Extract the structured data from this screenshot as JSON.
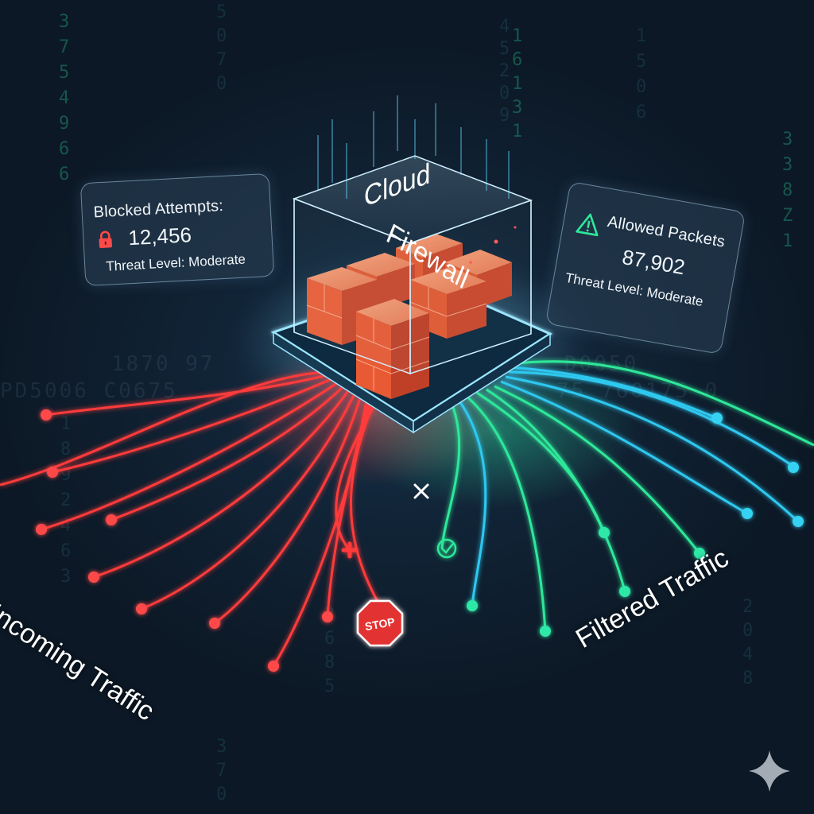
{
  "firewall": {
    "title_line1": "Cloud",
    "title_line2": "Firewall"
  },
  "blocked_panel": {
    "title": "Blocked Attempts:",
    "value": "12,456",
    "threat": "Threat Level: Moderate",
    "icon": "lock-icon"
  },
  "allowed_panel": {
    "title": "Allowed Packets",
    "value": "87,902",
    "threat": "Threat Level: Moderate",
    "icon": "warning-icon"
  },
  "incoming_label": "Incoming Traffic",
  "filtered_label": "Filtered Traffic",
  "stop_sign": "STOP",
  "colors": {
    "blocked_traffic": "#ff3b3b",
    "allowed_traffic_green": "#2ee89a",
    "allowed_traffic_cyan": "#2fc8ef",
    "brick": "#e5582f",
    "background": "#0f2132"
  },
  "background_code": {
    "columns": [
      [
        "3",
        "7",
        "5",
        "4",
        "9",
        "6",
        "6"
      ],
      [
        "5",
        "0",
        "7",
        "0"
      ],
      [
        "4",
        "5",
        "2",
        "0",
        "9"
      ],
      [
        "1",
        "6",
        "1",
        "3",
        "1"
      ],
      [
        "1",
        "5",
        "0",
        "6"
      ],
      [
        "3",
        "3",
        "8",
        "Z",
        "1"
      ],
      [
        "1",
        "8",
        "9",
        "2",
        "4",
        "6",
        "3"
      ],
      [
        "2",
        "6",
        "8",
        "5"
      ],
      [
        "2",
        "0",
        "4",
        "8"
      ],
      [
        "3",
        "7",
        "0"
      ]
    ],
    "rows": [
      "1870 97",
      "PD5006 C0675",
      "D0050",
      "75 760175 0"
    ]
  }
}
